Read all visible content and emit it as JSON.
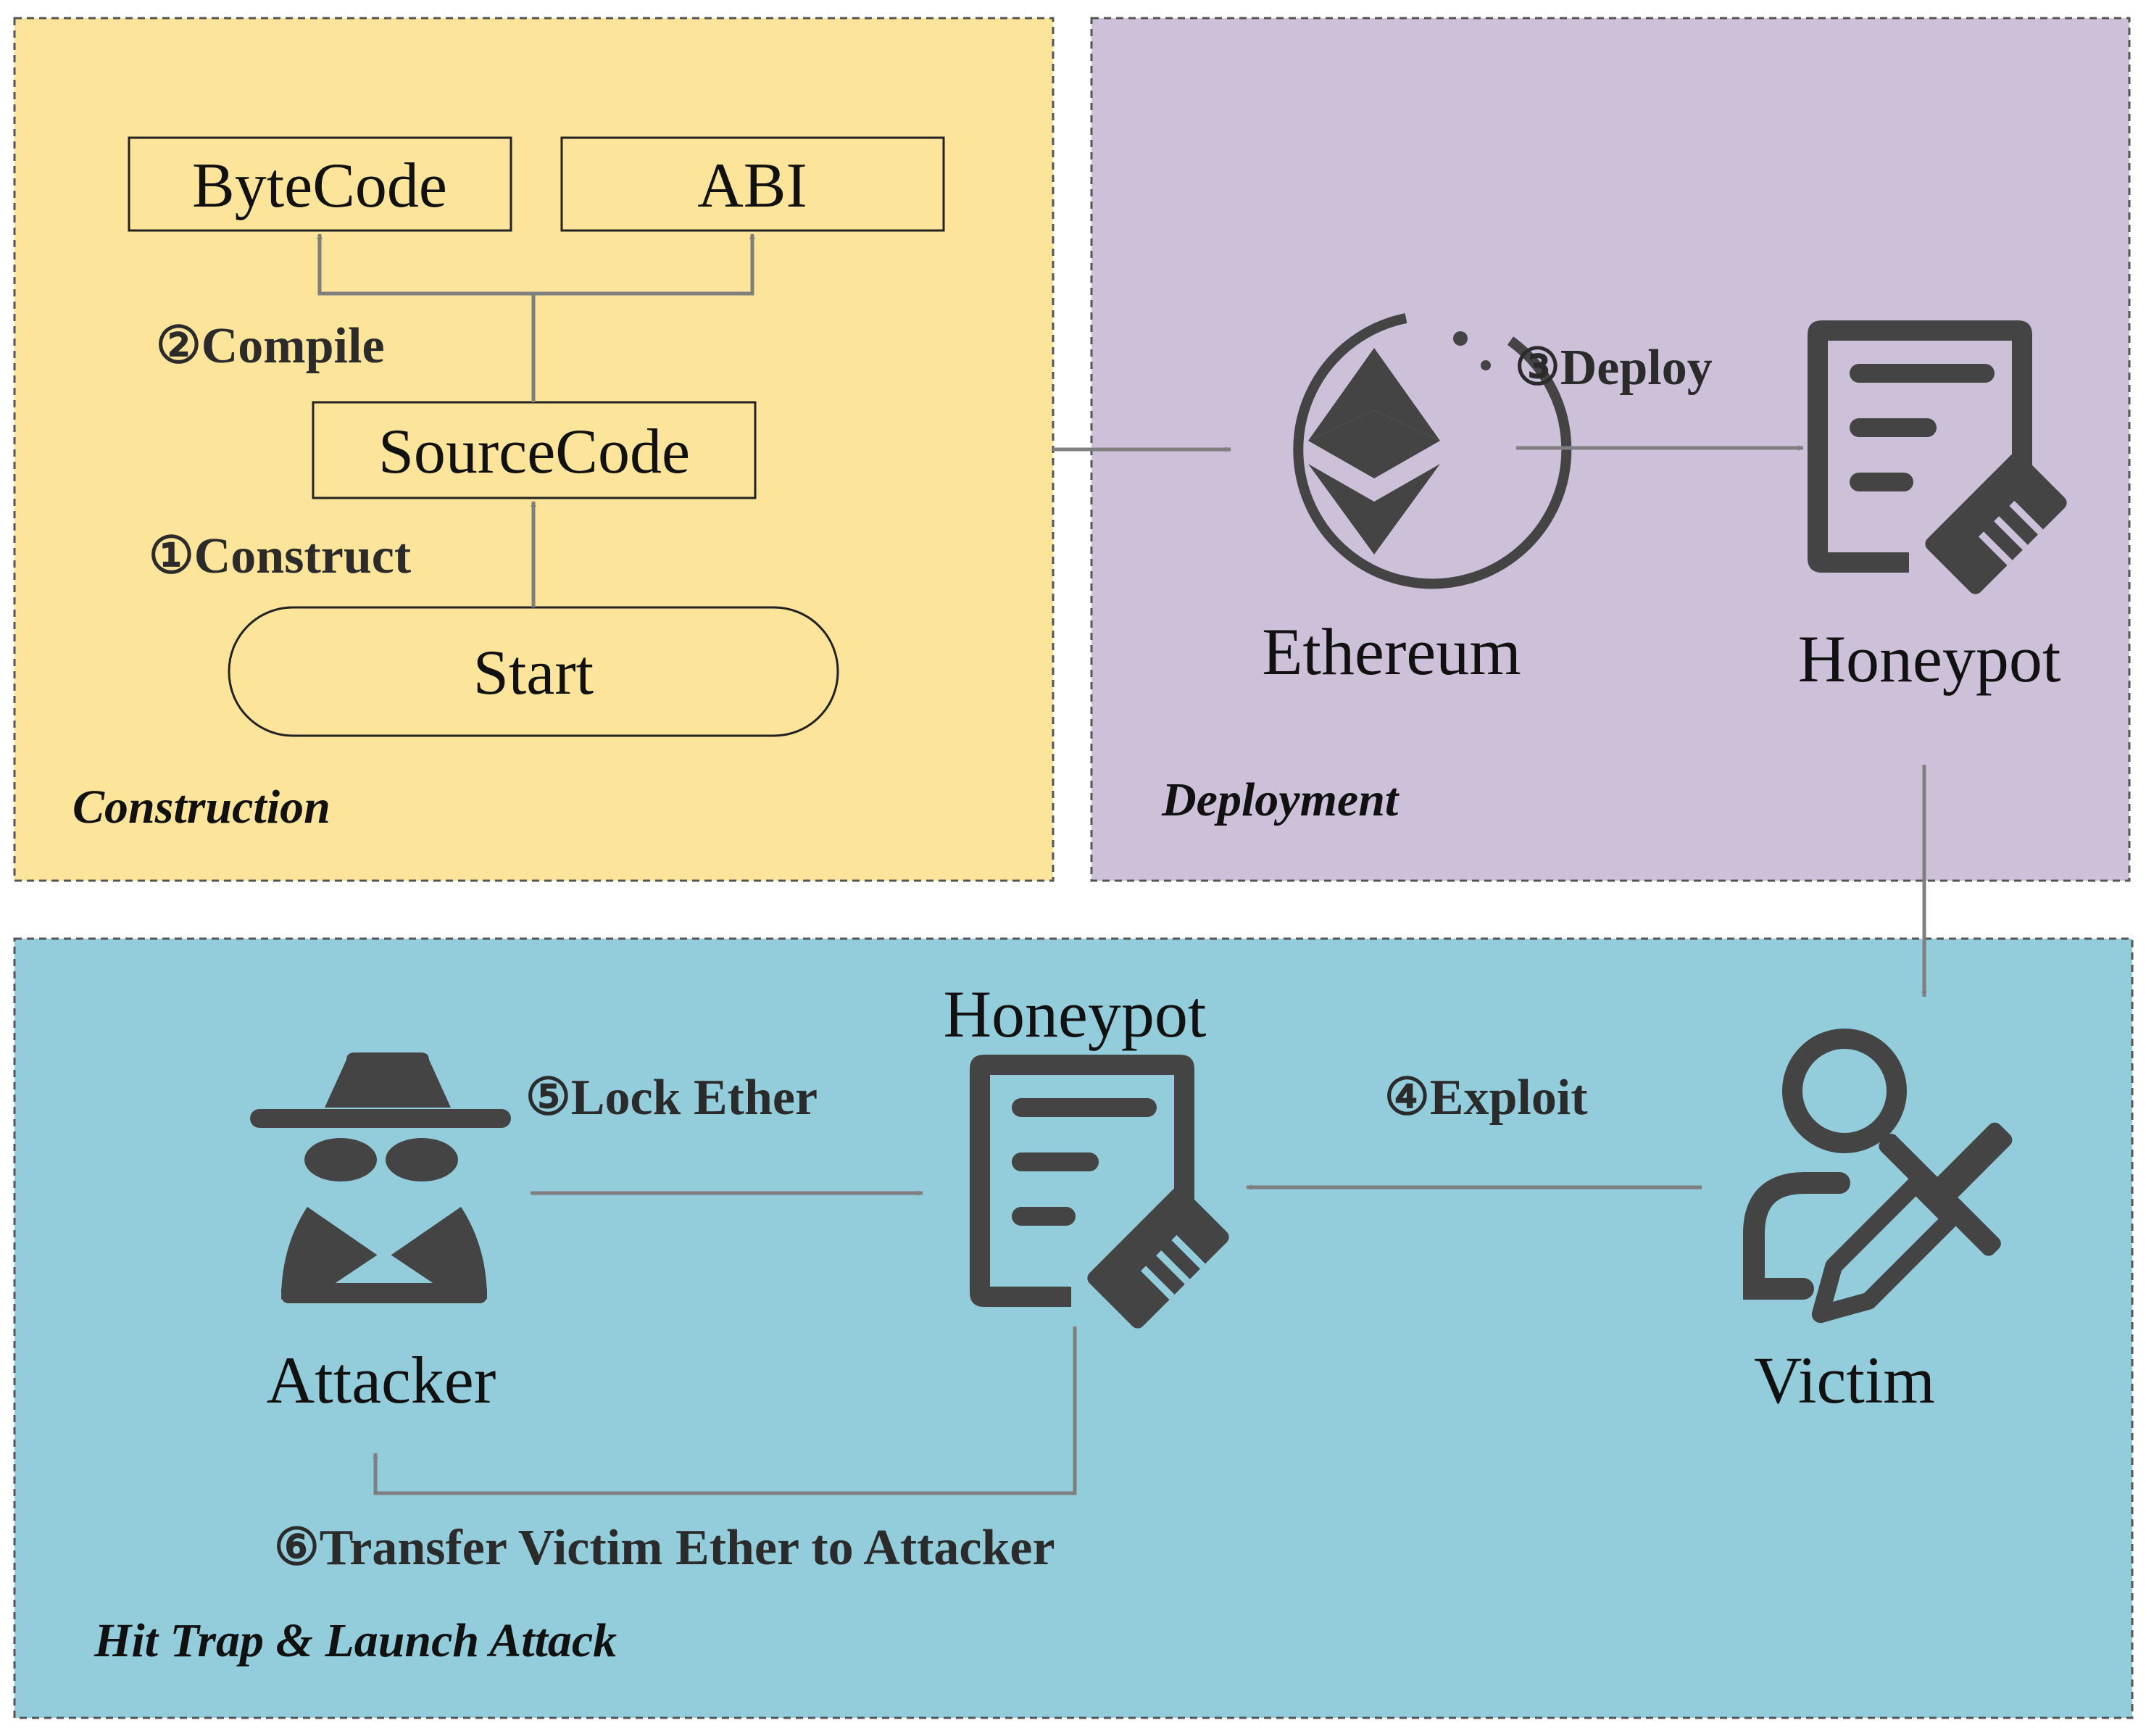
{
  "regions": {
    "construction": {
      "label": "Construction",
      "color": "#fce49b"
    },
    "deployment": {
      "label": "Deployment",
      "color": "#cdc1da"
    },
    "attack": {
      "label": "Hit Trap & Launch Attack",
      "color": "#93cddc"
    }
  },
  "nodes": {
    "bytecode": "ByteCode",
    "abi": "ABI",
    "sourcecode": "SourceCode",
    "start": "Start",
    "ethereum": "Ethereum",
    "honeypot_deploy": "Honeypot",
    "honeypot_attack": "Honeypot",
    "attacker": "Attacker",
    "victim": "Victim"
  },
  "steps": {
    "construct": "①Construct",
    "compile": "②Compile",
    "deploy": "③Deploy",
    "exploit": "④Exploit",
    "lock": "⑤Lock Ether",
    "transfer": "⑥Transfer Victim Ether to Attacker"
  },
  "icons": {
    "ethereum": "ethereum-logo-icon",
    "contract": "contract-document-icon",
    "attacker": "spy-hat-glasses-icon",
    "victim": "user-with-pen-icon"
  }
}
